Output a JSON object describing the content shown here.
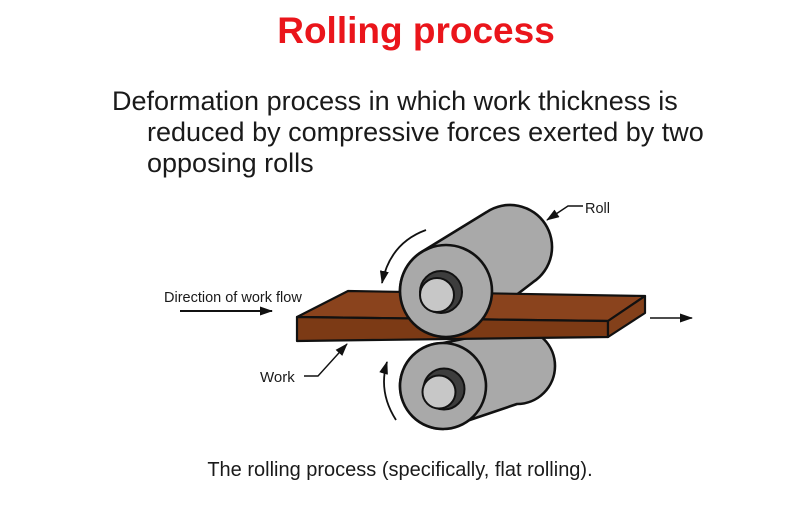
{
  "slide": {
    "title": "Rolling process",
    "body_lines": [
      "Deformation process in which work thickness is",
      "reduced by compressive forces exerted by two",
      "opposing rolls"
    ],
    "caption": "The rolling process (specifically, flat rolling)."
  },
  "diagram": {
    "labels": {
      "roll": "Roll",
      "work": "Work",
      "direction": "Direction of work flow"
    }
  },
  "colors": {
    "title_red": "#ea151b",
    "text_black": "#1a1a1a",
    "roller_gray": "#a9a9a9",
    "hub_light_gray": "#c7c7c7",
    "hub_dark_gray": "#3d3d3d",
    "work_top_brown": "#8a431d",
    "work_front_brown": "#7c3a15",
    "work_side_brown": "#83401a",
    "outline_black": "#111111"
  }
}
